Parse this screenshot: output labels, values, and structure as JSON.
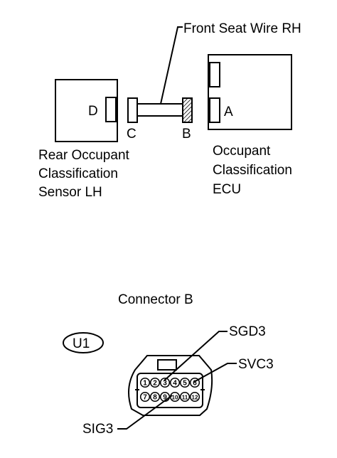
{
  "wire": {
    "label": "Front Seat Wire RH"
  },
  "components": {
    "rear_sensor": {
      "lines": [
        "Rear Occupant",
        "Classification",
        "Sensor LH"
      ],
      "connector": "D"
    },
    "ecu": {
      "lines": [
        "Occupant",
        "Classification",
        "ECU"
      ],
      "connector": "A"
    }
  },
  "wire_connectors": {
    "left": "C",
    "right": "B"
  },
  "connector_view": {
    "title": "Connector B",
    "code": "U1",
    "pins_top": [
      "1",
      "2",
      "3",
      "4",
      "5",
      "6"
    ],
    "pins_bottom": [
      "7",
      "8",
      "9",
      "10",
      "11",
      "12"
    ],
    "signals": {
      "sgd": "SGD3",
      "svc": "SVC3",
      "sig": "SIG3"
    }
  }
}
